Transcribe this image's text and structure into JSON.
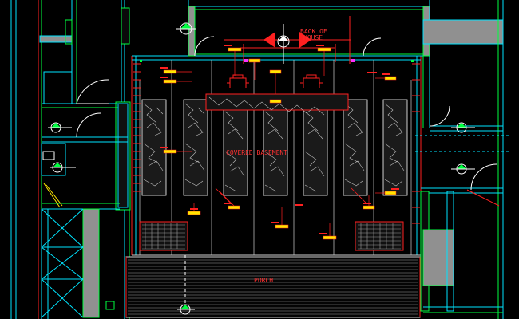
{
  "drawing": {
    "labels": {
      "back_of_house_line1": "BACK OF",
      "back_of_house_line2": "HOUSE",
      "covered_basement": "COVERED BASEMENT",
      "porch": "PORCH"
    },
    "colors": {
      "background": "#000000",
      "walls_cyan": "#00e5ff",
      "walls_green": "#00ff40",
      "annotation_red": "#ff2020",
      "tag_yellow": "#ffe600",
      "fill_white": "#e8e8e8",
      "fill_grey": "#909090",
      "magenta": "#ff30ff",
      "line_white": "#d0d0d0"
    }
  }
}
